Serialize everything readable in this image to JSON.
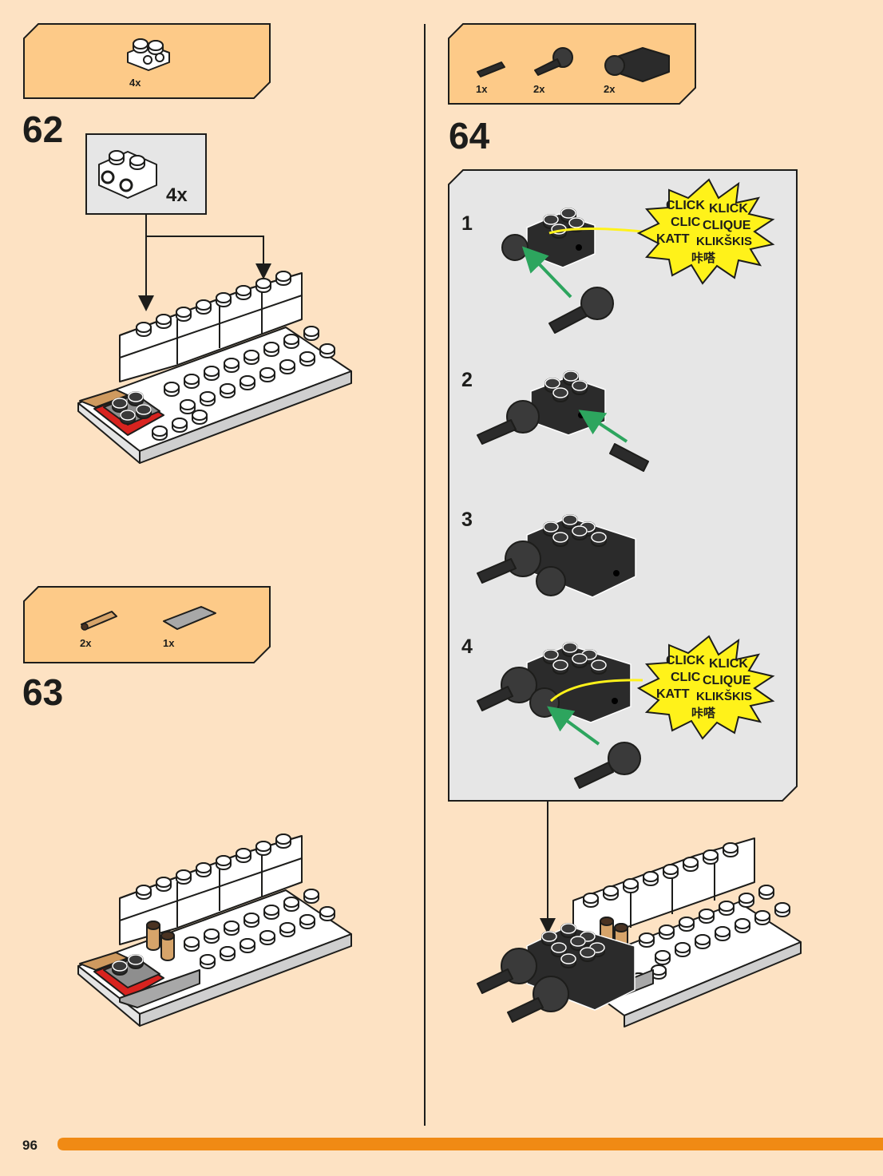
{
  "page": {
    "number": "96",
    "accent": "#f08a14",
    "background": "#fde2c3",
    "callout_fill": "#fdca88",
    "panel_fill": "#e6e6e6",
    "click_burst_fill": "#fff21a",
    "arrow_green": "#2da55e"
  },
  "steps": [
    {
      "number": "62",
      "parts": [
        {
          "icon": "brick-1x2-with-side-studs-white",
          "count": "4x"
        }
      ],
      "zoom_callout": {
        "icon": "brick-1x2-with-side-studs-white",
        "count": "4x"
      }
    },
    {
      "number": "63",
      "parts": [
        {
          "icon": "pneumatic-connector-tan",
          "count": "2x"
        },
        {
          "icon": "tile-2x4-grey",
          "count": "1x"
        }
      ]
    },
    {
      "number": "64",
      "parts": [
        {
          "icon": "axle-pin-black",
          "count": "1x"
        },
        {
          "icon": "ball-joint-black",
          "count": "2x"
        },
        {
          "icon": "technic-brick-black",
          "count": "2x"
        }
      ],
      "substeps": [
        "1",
        "2",
        "3",
        "4"
      ],
      "click_words": [
        "CLICK",
        "KLICK",
        "CLIC",
        "CLIQUE",
        "KATT",
        "KLIKŠKIS",
        "咔嗒"
      ]
    }
  ]
}
